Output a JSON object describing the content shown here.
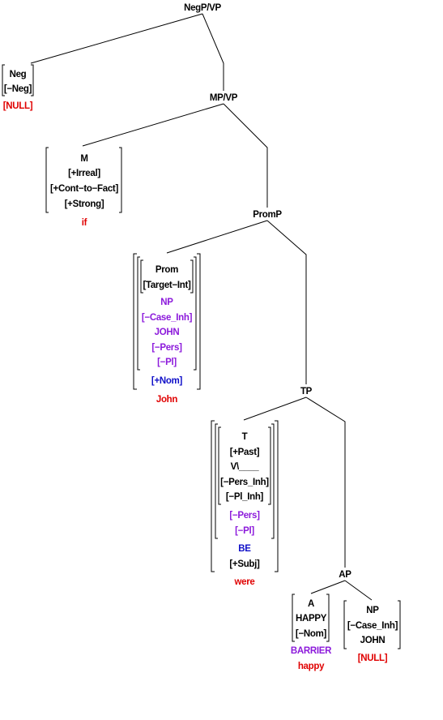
{
  "colors": {
    "black": "#000000",
    "red": "#e00000",
    "purple": "#8c1adb",
    "blue": "#1010c8"
  },
  "nodes": {
    "negp": "NegP/VP",
    "mp": "MP/VP",
    "promp": "PromP",
    "tp": "TP",
    "ap": "AP"
  },
  "neg": {
    "features": [
      "Neg",
      "[−Neg]"
    ],
    "word": "[NULL]"
  },
  "m": {
    "features": [
      "M",
      "[+Irreal]",
      "[+Cont−to−Fact]",
      "[+Strong]"
    ],
    "word": "if"
  },
  "prom": {
    "inner": [
      "Prom",
      "[Target−Int]"
    ],
    "np": [
      "NP",
      "[−Case_Inh]",
      "JOHN",
      "[−Pers]",
      "[−Pl]"
    ],
    "nom": "[+Nom]",
    "word": "John"
  },
  "t": {
    "inner": [
      "T",
      "[+Past]",
      "V\\____",
      "[−Pers_Inh]",
      "[−Pl_Inh]"
    ],
    "agr": [
      "[−Pers]",
      "[−Pl]"
    ],
    "be": "BE",
    "subj": "[+Subj]",
    "word": "were"
  },
  "a": {
    "features": [
      "A",
      "HAPPY",
      "[−Nom]"
    ],
    "barrier": "BARRIER",
    "word": "happy"
  },
  "np": {
    "features": [
      "NP",
      "[−Case_Inh]",
      "JOHN"
    ],
    "word": "[NULL]"
  }
}
